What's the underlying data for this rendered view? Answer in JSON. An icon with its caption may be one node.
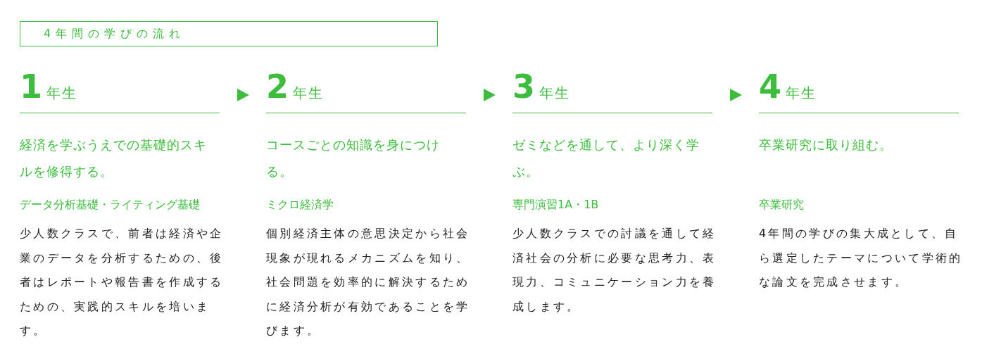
{
  "diagram": {
    "title": "4年間の学びの流れ",
    "nodes": [
      {
        "text": [
          "1",
          "年生",
          "経済を学ぶうえでの基礎的スキルを修得する。",
          "データ分析基礎・ライティング基礎",
          "少人数クラスで、前者は経済や企業のデータを分析するための、後者はレポートや報告書を作成するための、実践的スキルを培います。"
        ]
      },
      {
        "text": [
          "2",
          "年生",
          "コースごとの知識を身につける。",
          "ミクロ経済学",
          "個別経済主体の意思決定から社会現象が現れるメカニズムを知り、社会問題を効率的に解決するために経済分析が有効であることを学びます。"
        ]
      },
      {
        "text": [
          "3",
          "年生",
          "ゼミなどを通して、より深く学ぶ。",
          "専門演習1A・1B",
          "少人数クラスでの討議を通して経済社会の分析に必要な思考力、表現力、コミュニケーション力を養成します。"
        ]
      },
      {
        "text": [
          "4",
          "年生",
          "卒業研究に取り組む。",
          "卒業研究",
          "4年間の学びの集大成として、自ら選定したテーマについて学術的な論文を完成させます。"
        ]
      }
    ],
    "edges": [
      {
        "from": 0,
        "to": 1,
        "arrow": "to"
      },
      {
        "from": 1,
        "to": 2,
        "arrow": "to"
      },
      {
        "from": 2,
        "to": 3,
        "arrow": "to"
      }
    ]
  }
}
